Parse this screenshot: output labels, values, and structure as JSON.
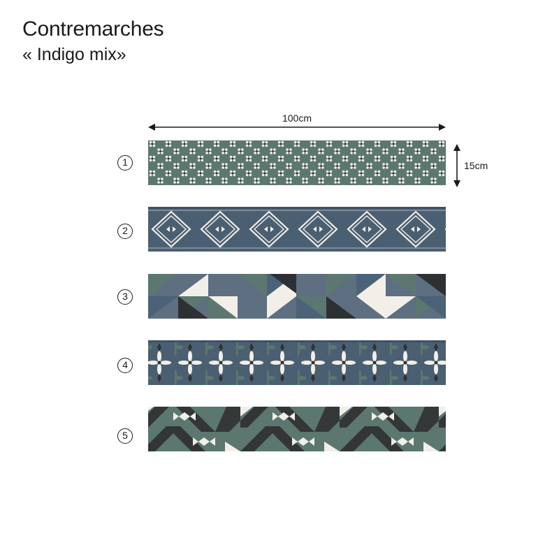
{
  "header": {
    "title": "Contremarches",
    "subtitle": "« Indigo mix»"
  },
  "dimensions": {
    "width_label": "100cm",
    "height_label": "15cm"
  },
  "colors": {
    "sage": "#5b7770",
    "slate": "#4b5f72",
    "ink": "#333536",
    "cream": "#f2efe9",
    "blue_grey": "#5d6f80"
  },
  "riser_patterns": [
    {
      "number": "1",
      "pattern": "sage-flower-dots"
    },
    {
      "number": "2",
      "pattern": "slate-diamond-chevrons"
    },
    {
      "number": "3",
      "pattern": "mixed-geometric-triangles"
    },
    {
      "number": "4",
      "pattern": "slate-star-flowers"
    },
    {
      "number": "5",
      "pattern": "sage-black-interlace"
    }
  ]
}
